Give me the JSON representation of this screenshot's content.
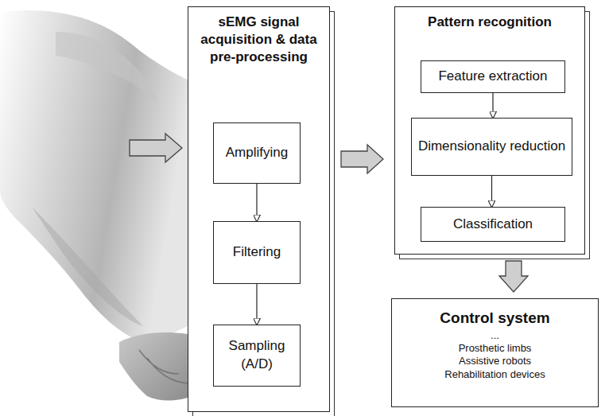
{
  "diagram": {
    "nodes": [
      {
        "text": [
          "sEMG signal acquisition & data pre-processing"
        ]
      },
      {
        "text": [
          "Amplifying"
        ],
        "in": 0
      },
      {
        "text": [
          "Filtering"
        ],
        "in": 0
      },
      {
        "text": [
          "Sampling (A/D)"
        ],
        "in": 0
      },
      {
        "text": [
          "Pattern recognition"
        ]
      },
      {
        "text": [
          "Feature extraction"
        ],
        "in": 4
      },
      {
        "text": [
          "Dimensionality reduction"
        ],
        "in": 4
      },
      {
        "text": [
          "Classification"
        ],
        "in": 4
      },
      {
        "text": [
          "Control system",
          "...",
          "Prosthetic limbs",
          "Assistive robots",
          "Rehabilitation devices"
        ]
      }
    ],
    "edges": [
      {
        "from": 1,
        "to": 2,
        "arrow": "to"
      },
      {
        "from": 2,
        "to": 3,
        "arrow": "to"
      },
      {
        "from": 5,
        "to": 6,
        "arrow": "to"
      },
      {
        "from": 6,
        "to": 7,
        "arrow": "to"
      },
      {
        "from": 0,
        "to": 4,
        "arrow": "to"
      },
      {
        "from": 4,
        "to": 8,
        "arrow": "to"
      }
    ]
  }
}
